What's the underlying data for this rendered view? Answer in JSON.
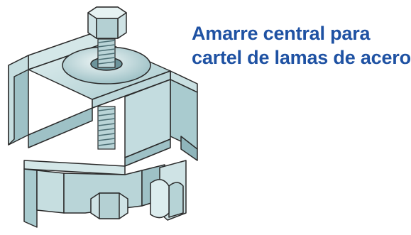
{
  "caption": {
    "line1": "Amarre central para",
    "line2": "cartel de lamas de acero"
  },
  "illustration": {
    "subject": "steel-clamp-with-bolt",
    "colors": {
      "steel_light": "#dfeeee",
      "steel_mid": "#b6d3d6",
      "steel_dark": "#7ea9b0",
      "outline": "#2a2a2a",
      "caption_blue": "#1f52a3"
    }
  }
}
